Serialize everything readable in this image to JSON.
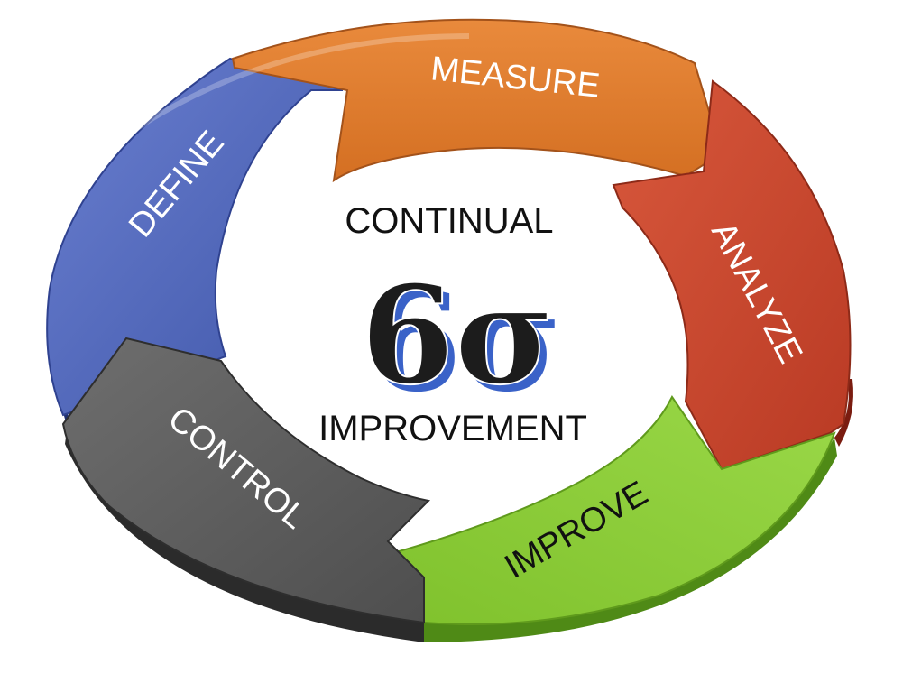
{
  "center": {
    "top_text": "CONTINUAL",
    "symbol": "6σ",
    "bottom_text": "IMPROVEMENT"
  },
  "segments": [
    {
      "label": "DEFINE",
      "color": "#4a63b8"
    },
    {
      "label": "MEASURE",
      "color": "#e07a2e"
    },
    {
      "label": "ANALYZE",
      "color": "#c9452e"
    },
    {
      "label": "IMPROVE",
      "color": "#8fcd3a"
    },
    {
      "label": "CONTROL",
      "color": "#5b5b5b"
    }
  ]
}
